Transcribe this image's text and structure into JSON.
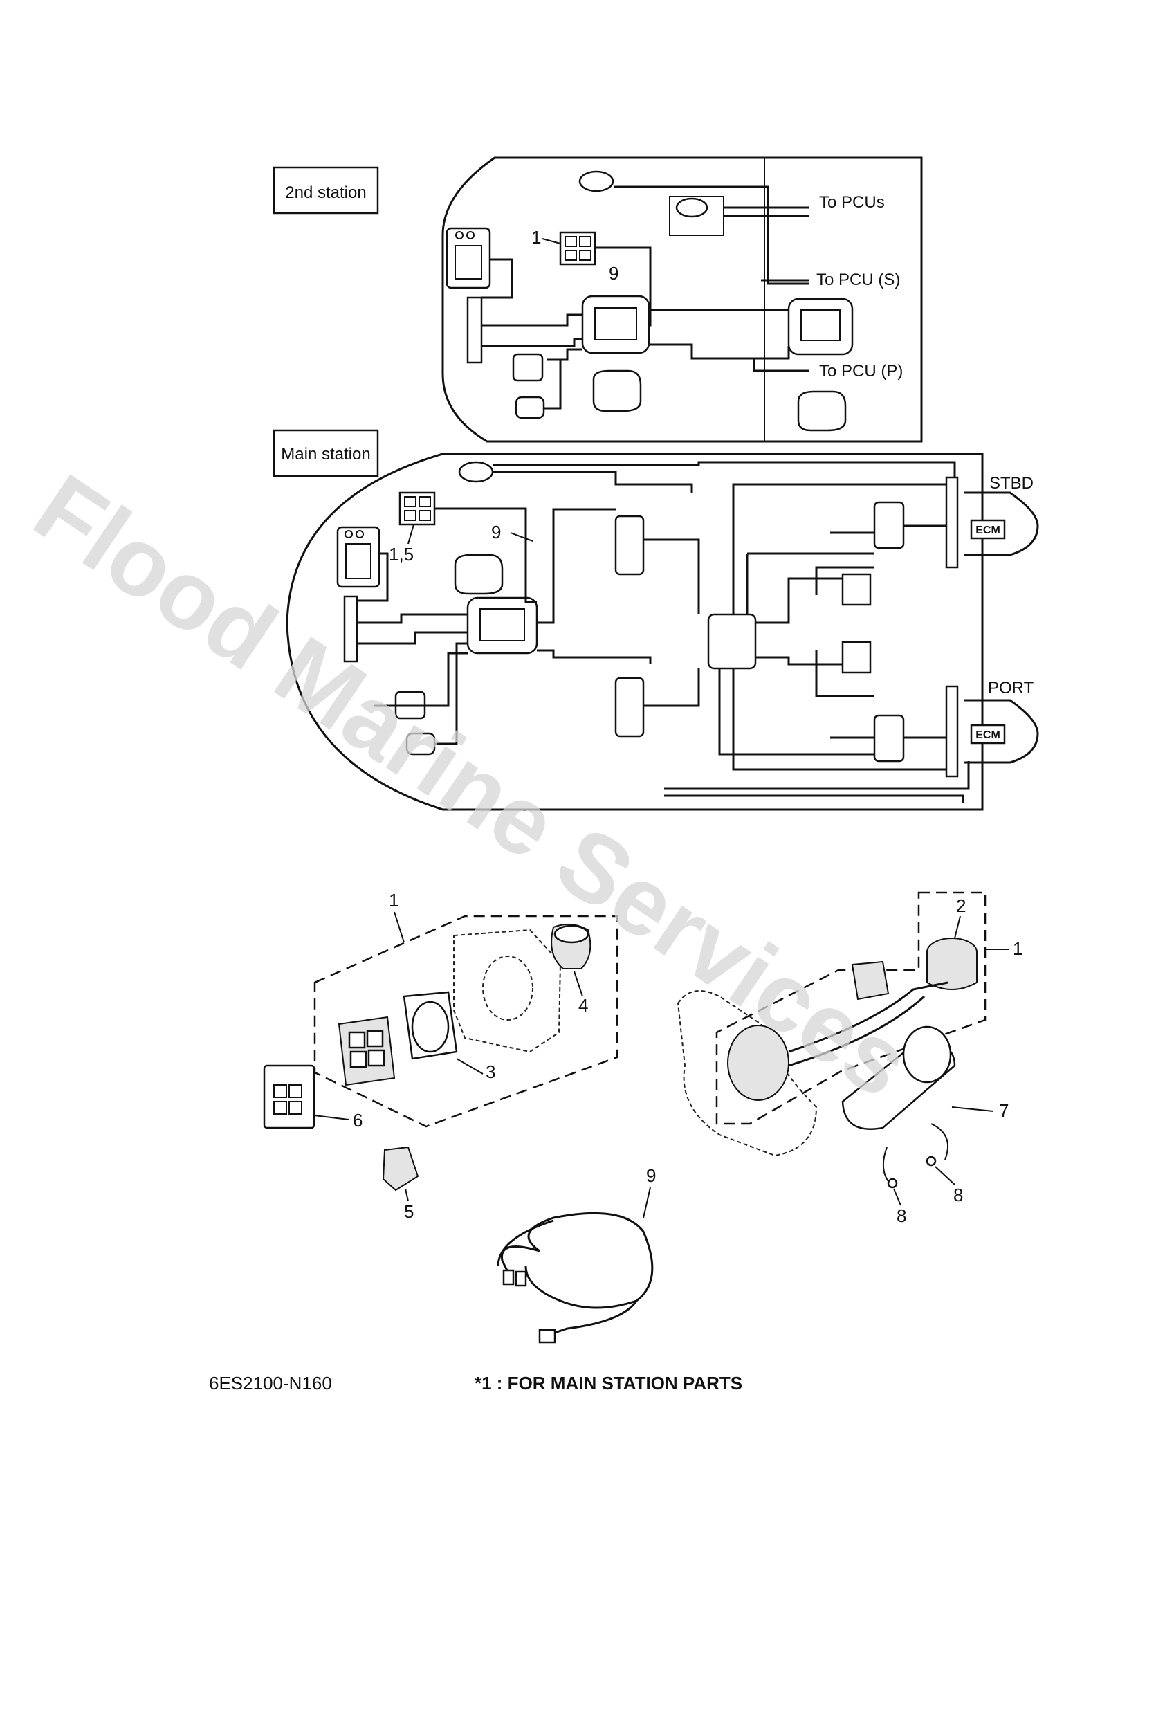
{
  "watermark": "Flood Marine Services",
  "schematic": {
    "second_station_label": "2nd station",
    "main_station_label": "Main station",
    "to_pcus": "To PCUs",
    "to_pcu_s": "To PCU (S)",
    "to_pcu_p": "To PCU (P)",
    "stbd": "STBD",
    "port": "PORT",
    "ecm": "ECM",
    "callout_1_top": "1",
    "callout_9_top": "9",
    "callout_15": "1,5",
    "callout_9_main": "9"
  },
  "exploded": {
    "callouts": [
      "1",
      "2",
      "1",
      "3",
      "4",
      "6",
      "5",
      "7",
      "8",
      "8",
      "9"
    ]
  },
  "footer": {
    "code": "6ES2100-N160",
    "note": "*1 : FOR MAIN STATION PARTS"
  }
}
